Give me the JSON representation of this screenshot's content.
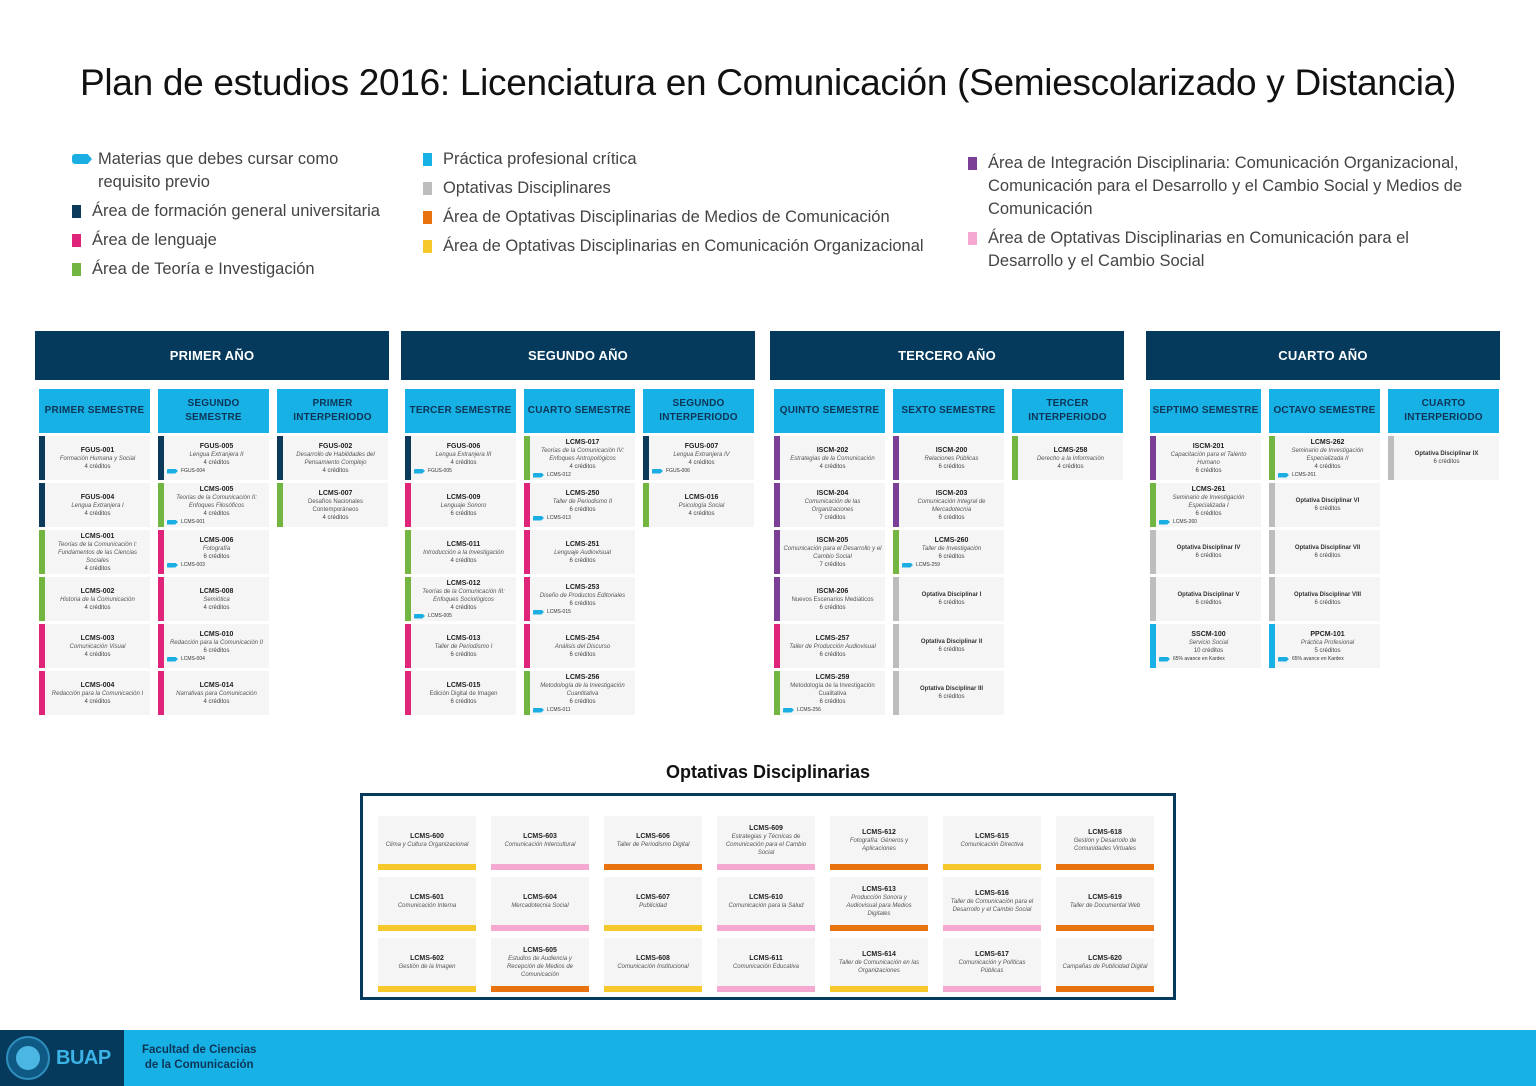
{
  "title": "Plan de estudios 2016: Licenciatura en Comunicación (Semiescolarizado y Distancia)",
  "colors": {
    "general": "#0b3a5a",
    "lenguaje": "#e0247a",
    "teoria": "#72b541",
    "practica": "#17b1e6",
    "optativas": "#bdbdbd",
    "medios": "#e8730e",
    "organizacional": "#f7c82a",
    "integracion": "#7b3f98",
    "desarrollo": "#f5a9d0"
  },
  "legend": {
    "col1": [
      {
        "type": "arrow",
        "label": "Materias que debes cursar como requisito previo"
      },
      {
        "color": "general",
        "label": "Área de formación general universitaria"
      },
      {
        "color": "lenguaje",
        "label": "Área de lenguaje"
      },
      {
        "color": "teoria",
        "label": "Área de Teoría e Investigación"
      }
    ],
    "col2": [
      {
        "color": "practica",
        "label": "Práctica profesional crítica"
      },
      {
        "color": "optativas",
        "label": "Optativas Disciplinares"
      },
      {
        "color": "medios",
        "label": "Área de Optativas Disciplinarias de Medios de Comunicación"
      },
      {
        "color": "organizacional",
        "label": "Área de Optativas Disciplinarias en Comunicación Organizacional"
      }
    ],
    "col3": [
      {
        "color": "integracion",
        "label": "Área de Integración Disciplinaria: Comunicación Organizacional, Comunicación para el Desarrollo y el Cambio Social y Medios de Comunicación"
      },
      {
        "color": "desarrollo",
        "label": "Área de Optativas Disciplinarias en Comunicación para el Desarrollo y el Cambio Social"
      }
    ]
  },
  "years": [
    {
      "label": "PRIMER AÑO",
      "semesters": [
        {
          "label": "PRIMER SEMESTRE",
          "courses": [
            {
              "code": "FGUS-001",
              "name": "Formación Humana y Social",
              "credits": "4 créditos",
              "area": "general"
            },
            {
              "code": "FGUS-004",
              "name": "Lengua Extranjera I",
              "credits": "4 créditos",
              "area": "general"
            },
            {
              "code": "LCMS-001",
              "name": "Teorías de la Comunicación I: Fundamentos de las Ciencias Sociales",
              "credits": "4 créditos",
              "area": "teoria"
            },
            {
              "code": "LCMS-002",
              "name": "Historia de la Comunicación",
              "credits": "4 créditos",
              "area": "teoria"
            },
            {
              "code": "LCMS-003",
              "name": "Comunicación Visual",
              "credits": "4 créditos",
              "area": "lenguaje"
            },
            {
              "code": "LCMS-004",
              "name": "Redacción para la Comunicación I",
              "credits": "4 créditos",
              "area": "lenguaje"
            }
          ]
        },
        {
          "label": "SEGUNDO SEMESTRE",
          "courses": [
            {
              "code": "FGUS-005",
              "name": "Lengua Extranjera II",
              "credits": "4 créditos",
              "area": "general",
              "prereq": "FGUS-004"
            },
            {
              "code": "LCMS-005",
              "name": "Teorías de la Comunicación II: Enfoques Filosóficos",
              "credits": "4 créditos",
              "area": "teoria",
              "prereq": "LCMS-001"
            },
            {
              "code": "LCMS-006",
              "name": "Fotografía",
              "credits": "6 créditos",
              "area": "lenguaje",
              "prereq": "LCMS-003"
            },
            {
              "code": "LCMS-008",
              "name": "Semiótica",
              "credits": "4 créditos",
              "area": "lenguaje"
            },
            {
              "code": "LCMS-010",
              "name": "Redacción para la Comunicación II",
              "credits": "6 créditos",
              "area": "lenguaje",
              "prereq": "LCMS-004"
            },
            {
              "code": "LCMS-014",
              "name": "Narrativas para Comunicación",
              "credits": "4 créditos",
              "area": "lenguaje"
            }
          ]
        },
        {
          "label": "PRIMER INTERPERIODO",
          "courses": [
            {
              "code": "FGUS-002",
              "name": "Desarrollo de Habilidades del Pensamiento Complejo",
              "credits": "4 créditos",
              "area": "general"
            },
            {
              "code": "LCMS-007",
              "name": "Desafíos Nacionales Contemporáneos",
              "credits": "4 créditos",
              "area": "teoria",
              "plain": true
            }
          ]
        }
      ]
    },
    {
      "label": "SEGUNDO AÑO",
      "semesters": [
        {
          "label": "TERCER SEMESTRE",
          "courses": [
            {
              "code": "FGUS-006",
              "name": "Lengua Extranjera III",
              "credits": "4 créditos",
              "area": "general",
              "prereq": "FGUS-005"
            },
            {
              "code": "LCMS-009",
              "name": "Lenguaje Sonoro",
              "credits": "6 créditos",
              "area": "lenguaje"
            },
            {
              "code": "LCMS-011",
              "name": "Introducción a la Investigación",
              "credits": "4 créditos",
              "area": "teoria"
            },
            {
              "code": "LCMS-012",
              "name": "Teorías de la Comunicación III: Enfoques Sociológicos",
              "credits": "4 créditos",
              "area": "teoria",
              "prereq": "LCMS-005"
            },
            {
              "code": "LCMS-013",
              "name": "Taller de Periodismo I",
              "credits": "6 créditos",
              "area": "lenguaje"
            },
            {
              "code": "LCMS-015",
              "name": "Edición Digital de Imagen",
              "credits": "6 créditos",
              "area": "lenguaje",
              "plain": true
            }
          ]
        },
        {
          "label": "CUARTO SEMESTRE",
          "courses": [
            {
              "code": "LCMS-017",
              "name": "Teorías de la Comunicación IV: Enfoques Antropológicos",
              "credits": "4 créditos",
              "area": "teoria",
              "prereq": "LCMS-012"
            },
            {
              "code": "LCMS-250",
              "name": "Taller de Periodismo II",
              "credits": "6 créditos",
              "area": "lenguaje",
              "prereq": "LCMS-013"
            },
            {
              "code": "LCMS-251",
              "name": "Lenguaje Audiovisual",
              "credits": "6 créditos",
              "area": "lenguaje"
            },
            {
              "code": "LCMS-253",
              "name": "Diseño de Productos Editoriales",
              "credits": "6 créditos",
              "area": "lenguaje",
              "prereq": "LCMS-015"
            },
            {
              "code": "LCMS-254",
              "name": "Análisis del Discurso",
              "credits": "6 créditos",
              "area": "lenguaje"
            },
            {
              "code": "LCMS-256",
              "name": "Metodología de la Investigación Cuantitativa",
              "credits": "6 créditos",
              "area": "teoria",
              "prereq": "LCMS-011"
            }
          ]
        },
        {
          "label": "SEGUNDO INTERPERIODO",
          "courses": [
            {
              "code": "FGUS-007",
              "name": "Lengua Extranjera IV",
              "credits": "4 créditos",
              "area": "general",
              "prereq": "FGUS-006"
            },
            {
              "code": "LCMS-016",
              "name": "Psicología Social",
              "credits": "4 créditos",
              "area": "teoria"
            }
          ]
        }
      ]
    },
    {
      "label": "TERCERO AÑO",
      "semesters": [
        {
          "label": "QUINTO SEMESTRE",
          "courses": [
            {
              "code": "ISCM-202",
              "name": "Estrategias de la Comunicación",
              "credits": "4 créditos",
              "area": "integracion"
            },
            {
              "code": "ISCM-204",
              "name": "Comunicación de las Organizaciones",
              "credits": "7 créditos",
              "area": "integracion"
            },
            {
              "code": "ISCM-205",
              "name": "Comunicación para el Desarrollo y el Cambio Social",
              "credits": "7 créditos",
              "area": "integracion"
            },
            {
              "code": "ISCM-206",
              "name": "Nuevos Escenarios Mediáticos",
              "credits": "6 créditos",
              "area": "integracion",
              "plain": true
            },
            {
              "code": "LCMS-257",
              "name": "Taller de Producción Audiovisual",
              "credits": "6 créditos",
              "area": "lenguaje"
            },
            {
              "code": "LCMS-259",
              "name": "Metodología de la Investigación Cualitativa",
              "credits": "6 créditos",
              "area": "teoria",
              "prereq": "LCMS-256",
              "plain": true
            }
          ]
        },
        {
          "label": "SEXTO SEMESTRE",
          "courses": [
            {
              "code": "ISCM-200",
              "name": "Relaciones Públicas",
              "credits": "6 créditos",
              "area": "integracion"
            },
            {
              "code": "ISCM-203",
              "name": "Comunicación Integral de Mercadotecnia",
              "credits": "6 créditos",
              "area": "integracion"
            },
            {
              "code": "LCMS-260",
              "name": "Taller de Investigación",
              "credits": "6 créditos",
              "area": "teoria",
              "prereq": "LCMS-259"
            },
            {
              "optativa": "Optativa Disciplinar I",
              "credits": "6 créditos",
              "area": "optativas"
            },
            {
              "optativa": "Optativa Disciplinar II",
              "credits": "6 créditos",
              "area": "optativas"
            },
            {
              "optativa": "Optativa Disciplinar III",
              "credits": "6 créditos",
              "area": "optativas"
            }
          ]
        },
        {
          "label": "TERCER INTERPERIODO",
          "courses": [
            {
              "code": "LCMS-258",
              "name": "Derecho a la Información",
              "credits": "4 créditos",
              "area": "teoria"
            }
          ]
        }
      ]
    },
    {
      "label": "CUARTO AÑO",
      "semesters": [
        {
          "label": "SEPTIMO SEMESTRE",
          "courses": [
            {
              "code": "ISCM-201",
              "name": "Capacitación para el Talento Humano",
              "credits": "6 créditos",
              "area": "integracion"
            },
            {
              "code": "LCMS-261",
              "name": "Seminario de Investigación Especializada I",
              "credits": "6 créditos",
              "area": "teoria",
              "prereq": "LCMS-260"
            },
            {
              "optativa": "Optativa Disciplinar IV",
              "credits": "6 créditos",
              "area": "optativas"
            },
            {
              "optativa": "Optativa Disciplinar V",
              "credits": "6 créditos",
              "area": "optativas"
            },
            {
              "code": "SSCM-100",
              "name": "Servicio Social",
              "credits": "10 créditos",
              "area": "practica",
              "prereq": "65% avance en Kardex"
            }
          ]
        },
        {
          "label": "OCTAVO SEMESTRE",
          "courses": [
            {
              "code": "LCMS-262",
              "name": "Seminario de Investigación Especializada II",
              "credits": "4 créditos",
              "area": "teoria",
              "prereq": "LCMS-261"
            },
            {
              "optativa": "Optativa Disciplinar VI",
              "credits": "6 créditos",
              "area": "optativas"
            },
            {
              "optativa": "Optativa Disciplinar VII",
              "credits": "6 créditos",
              "area": "optativas"
            },
            {
              "optativa": "Optativa Disciplinar VIII",
              "credits": "6 créditos",
              "area": "optativas"
            },
            {
              "code": "PPCM-101",
              "name": "Práctica Profesional",
              "credits": "5 créditos",
              "area": "practica",
              "prereq": "65% avance en Kardex"
            }
          ]
        },
        {
          "label": "CUARTO INTERPERIODO",
          "courses": [
            {
              "optativa": "Optativa Disciplinar IX",
              "credits": "6 créditos",
              "area": "optativas"
            }
          ]
        }
      ]
    }
  ],
  "optativas": {
    "title": "Optativas Disciplinarias",
    "columns": [
      [
        {
          "code": "LCMS-600",
          "name": "Clima y Cultura Organizacional",
          "area": "organizacional"
        },
        {
          "code": "LCMS-601",
          "name": "Comunicación Interna",
          "area": "organizacional"
        },
        {
          "code": "LCMS-602",
          "name": "Gestión de la Imagen",
          "area": "organizacional"
        }
      ],
      [
        {
          "code": "LCMS-603",
          "name": "Comunicación Intercultural",
          "area": "desarrollo"
        },
        {
          "code": "LCMS-604",
          "name": "Mercadotecnia Social",
          "area": "desarrollo"
        },
        {
          "code": "LCMS-605",
          "name": "Estudios de Audiencia y Recepción de Medios de Comunicación",
          "area": "medios"
        }
      ],
      [
        {
          "code": "LCMS-606",
          "name": "Taller de Periodismo Digital",
          "area": "medios"
        },
        {
          "code": "LCMS-607",
          "name": "Publicidad",
          "area": "organizacional"
        },
        {
          "code": "LCMS-608",
          "name": "Comunicación Institucional",
          "area": "organizacional"
        }
      ],
      [
        {
          "code": "LCMS-609",
          "name": "Estrategias y Técnicas de Comunicación para el Cambio Social",
          "area": "desarrollo"
        },
        {
          "code": "LCMS-610",
          "name": "Comunicación para la Salud",
          "area": "desarrollo"
        },
        {
          "code": "LCMS-611",
          "name": "Comunicación Educativa",
          "area": "desarrollo"
        }
      ],
      [
        {
          "code": "LCMS-612",
          "name": "Fotografía: Géneros y Aplicaciones",
          "area": "medios"
        },
        {
          "code": "LCMS-613",
          "name": "Producción Sonora y Audiovisual para Medios Digitales",
          "area": "medios"
        },
        {
          "code": "LCMS-614",
          "name": "Taller de Comunicación en las Organizaciones",
          "area": "organizacional"
        }
      ],
      [
        {
          "code": "LCMS-615",
          "name": "Comunicación Directiva",
          "area": "organizacional"
        },
        {
          "code": "LCMS-616",
          "name": "Taller de Comunicación para el Desarrollo y el Cambio Social",
          "area": "desarrollo"
        },
        {
          "code": "LCMS-617",
          "name": "Comunicación y Políticas Públicas",
          "area": "desarrollo"
        }
      ],
      [
        {
          "code": "LCMS-618",
          "name": "Gestión y Desarrollo de Comunidades Virtuales",
          "area": "medios"
        },
        {
          "code": "LCMS-619",
          "name": "Taller de Documental Web",
          "area": "medios"
        },
        {
          "code": "LCMS-620",
          "name": "Campañas de Publicidad Digital",
          "area": "medios"
        }
      ]
    ]
  },
  "footer": {
    "logo_text": "BUAP",
    "faculty_line1": "Facultad de Ciencias",
    "faculty_line2": "de la Comunicación"
  }
}
